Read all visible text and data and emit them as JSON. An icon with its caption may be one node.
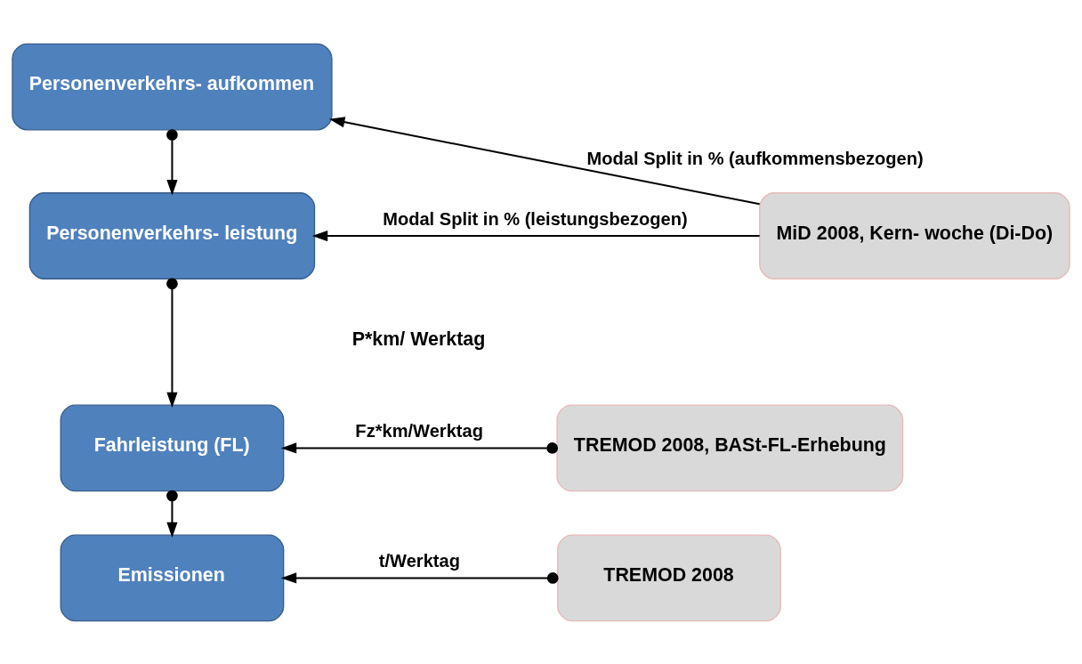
{
  "diagram": {
    "nodes": [
      {
        "text": [
          "Personenverkehrs- aufkommen"
        ]
      },
      {
        "text": [
          "Personenverkehrs- leistung"
        ]
      },
      {
        "text": [
          "Fahrleistung (FL)"
        ]
      },
      {
        "text": [
          "Emissionen"
        ]
      },
      {
        "text": [
          "MiD 2008, Kern- woche (Di-Do)"
        ]
      },
      {
        "text": [
          "TREMOD 2008, BASt-FL-Erhebung"
        ]
      },
      {
        "text": [
          "TREMOD 2008"
        ]
      }
    ],
    "edges": [
      {
        "from": 0,
        "to": 1,
        "arrow": "to"
      },
      {
        "from": 1,
        "to": 2,
        "arrow": "to"
      },
      {
        "from": 2,
        "to": 3,
        "arrow": "to"
      },
      {
        "from": 4,
        "to": 0,
        "arrow": "to",
        "label": "Modal Split in % (aufkommensbezogen)"
      },
      {
        "from": 4,
        "to": 1,
        "arrow": "to",
        "label": "Modal Split in % (leistungsbezogen)"
      },
      {
        "from": 5,
        "to": 2,
        "arrow": "to",
        "label": "Fz*km/Werktag"
      },
      {
        "from": 6,
        "to": 3,
        "arrow": "to",
        "label": "t/Werktag"
      }
    ],
    "labels": [
      "P*km/ Werktag"
    ]
  }
}
